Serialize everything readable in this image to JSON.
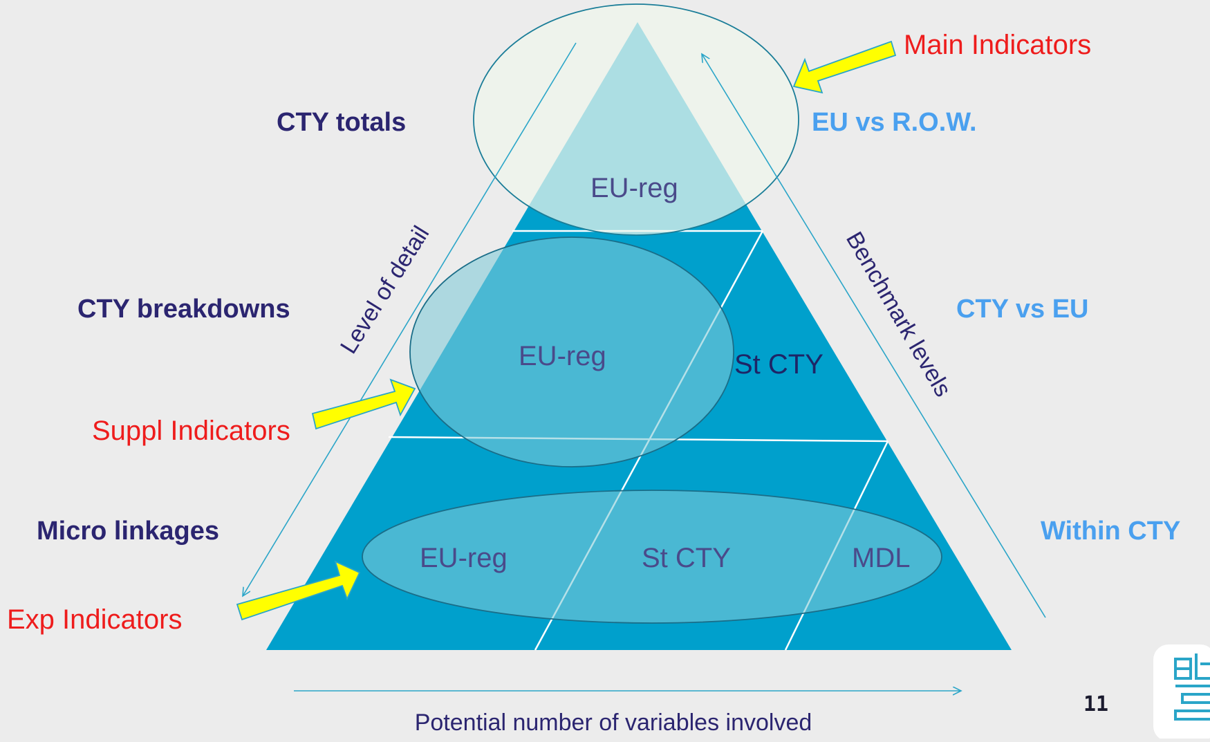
{
  "levels": {
    "cty_totals": "CTY totals",
    "cty_breakdowns": "CTY breakdowns",
    "micro_linkages": "Micro linkages"
  },
  "benchmarks": {
    "eu_vs_row": "EU vs R.O.W.",
    "cty_vs_eu": "CTY vs EU",
    "within_cty": "Within CTY"
  },
  "indicators": {
    "main": "Main Indicators",
    "suppl": "Suppl Indicators",
    "exp": "Exp Indicators"
  },
  "segments": {
    "top_eu_reg": "EU-reg",
    "mid_eu_reg": "EU-reg",
    "mid_st_cty": "St CTY",
    "bot_eu_reg": "EU-reg",
    "bot_st_cty": "St CTY",
    "bot_mdl": "MDL"
  },
  "axes": {
    "level_of_detail": "Level of detail",
    "benchmark_levels": "Benchmark levels",
    "variables": "Potential number of variables involved"
  },
  "page_number": "11",
  "colors": {
    "pyramid": "#00a0cc",
    "ellipse_fill": "#7fcad8",
    "arrow_fill": "#ffff00",
    "indicator_text": "#ee1c1c",
    "benchmark_text": "#4aa0ef",
    "level_text": "#2b2570"
  }
}
